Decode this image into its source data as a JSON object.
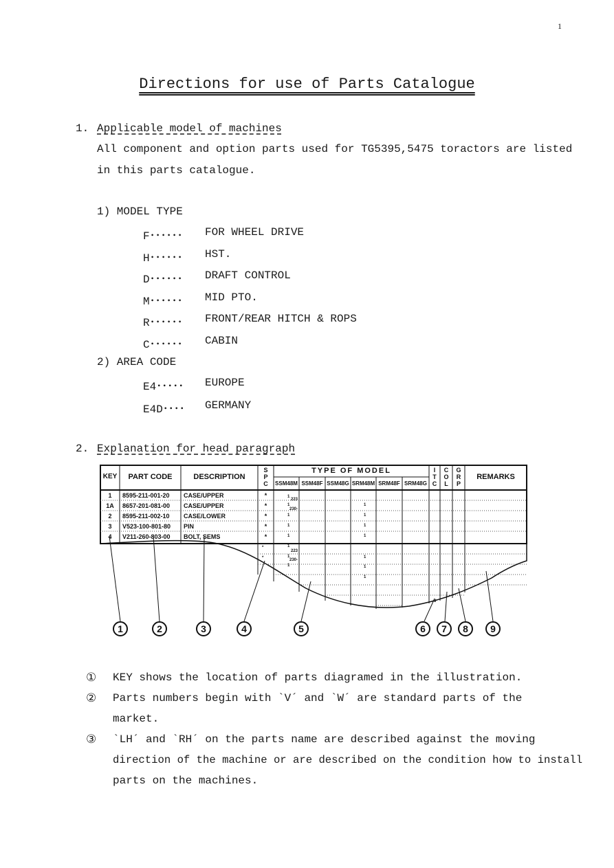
{
  "page_number": "1",
  "title": "Directions for use of Parts Catalogue",
  "section1": {
    "number": "1.",
    "heading": "Applicable model of machines",
    "para_line1": "All component and option parts used for TG5395,5475 toractors are listed",
    "para_line2": "in this parts catalogue.",
    "model_type": {
      "heading": "1)  MODEL TYPE",
      "items": [
        {
          "code": "F･･････",
          "desc": "FOR WHEEL DRIVE"
        },
        {
          "code": "H･･････",
          "desc": "HST."
        },
        {
          "code": "D･･････",
          "desc": "DRAFT CONTROL"
        },
        {
          "code": "M･･････",
          "desc": "MID PTO."
        },
        {
          "code": "R･･････",
          "desc": "FRONT/REAR HITCH & ROPS"
        },
        {
          "code": "C･･････",
          "desc": "CABIN"
        }
      ]
    },
    "area_code": {
      "heading": "2)  AREA CODE",
      "items": [
        {
          "code": "E4･････",
          "desc": "EUROPE"
        },
        {
          "code": "E4D････",
          "desc": "GERMANY"
        }
      ]
    }
  },
  "section2": {
    "number": "2.",
    "heading": "Explanation for head paragraph"
  },
  "diagram": {
    "headers": {
      "key": "KEY",
      "part_code": "PART  CODE",
      "description": "DESCRIPTION",
      "spc": "S\nP\nC",
      "type_of_model": "TYPE  OF  MODEL",
      "models": [
        "SSM48M",
        "SSM48F",
        "SSM48G",
        "SRM48M",
        "SRM48F",
        "SRM48G"
      ],
      "itc": "I\nT\nC",
      "col": "C\nO\nL",
      "grp": "G\nR\nP",
      "remarks": "REMARKS"
    },
    "rows": [
      {
        "key": "1",
        "code": "8595-211-001-20",
        "desc": "CASE/UPPER",
        "spc": "*"
      },
      {
        "key": "1A",
        "code": "8657-201-081-00",
        "desc": "CASE/UPPER",
        "spc": "*"
      },
      {
        "key": "2",
        "code": "8595-211-002-10",
        "desc": "CASE/LOWER",
        "spc": "*"
      },
      {
        "key": "3",
        "code": "V523-100-801-80",
        "desc": "PIN",
        "spc": "*"
      },
      {
        "key": "4",
        "code": "V211-260-803-00",
        "desc": "BOLT, SEMS",
        "spc": "*"
      }
    ],
    "callouts": [
      "1",
      "2",
      "3",
      "4",
      "5",
      "6",
      "7",
      "8",
      "9"
    ]
  },
  "notes": [
    {
      "mark": "①",
      "lines": [
        "KEY shows the location of parts diagramed in the illustration."
      ]
    },
    {
      "mark": "②",
      "lines": [
        "Parts numbers begin with `V´  and  `W´  are standard parts of the",
        "market."
      ]
    },
    {
      "mark": "③",
      "lines": [
        " `LH´  and  `RH´  on the parts name are described against the moving",
        "direction of the machine or are described on the condition how to install",
        "parts on the machines."
      ]
    }
  ]
}
